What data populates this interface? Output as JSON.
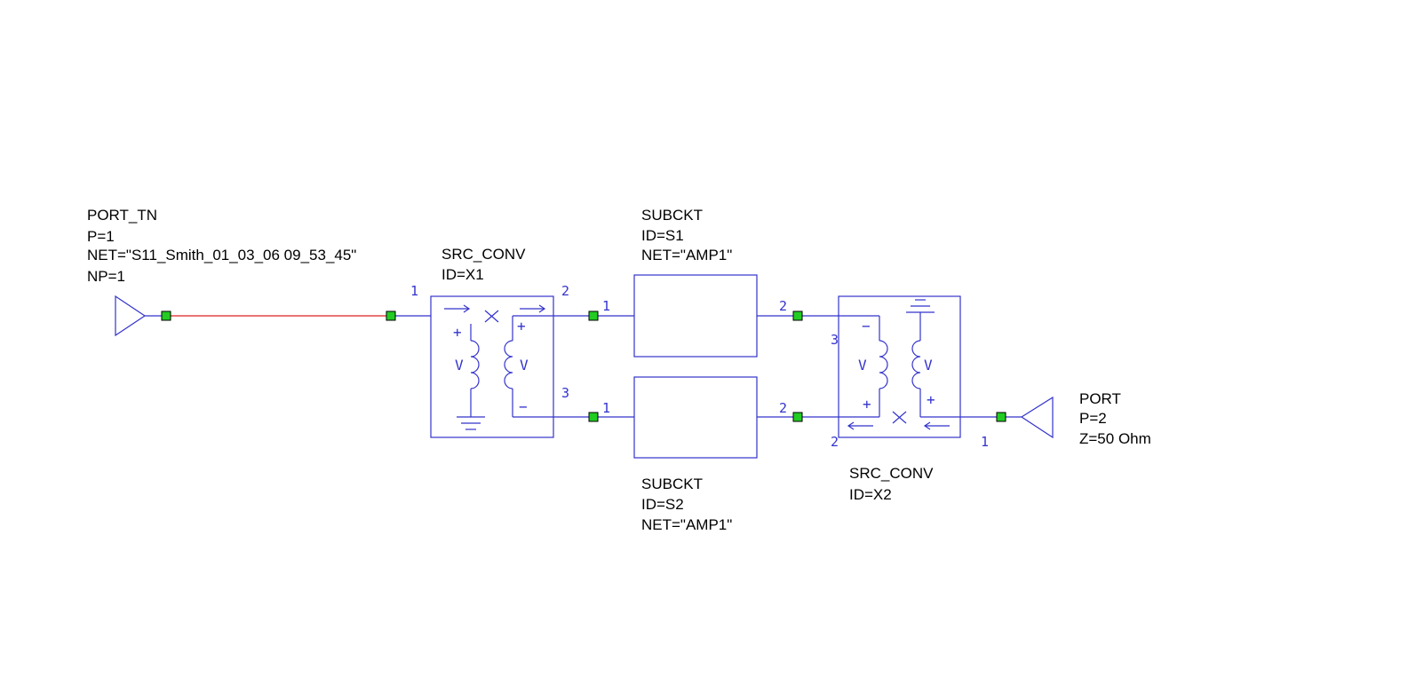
{
  "port1": {
    "lines": [
      "PORT_TN",
      "P=1",
      "NET=\"S11_Smith_01_03_06 09_53_45\"",
      "NP=1"
    ]
  },
  "conv1": {
    "lines": [
      "SRC_CONV",
      "ID=X1"
    ],
    "pins": [
      "1",
      "2",
      "3"
    ],
    "plus_top": "+",
    "plus_right": "+",
    "minus": "−",
    "v_left": "V",
    "v_right": "V"
  },
  "subckt1": {
    "lines": [
      "SUBCKT",
      "ID=S1",
      "NET=\"AMP1\""
    ],
    "pins": [
      "1",
      "2"
    ]
  },
  "subckt2": {
    "lines": [
      "SUBCKT",
      "ID=S2",
      "NET=\"AMP1\""
    ],
    "pins": [
      "1",
      "2"
    ]
  },
  "conv2": {
    "lines": [
      "SRC_CONV",
      "ID=X2"
    ],
    "pins": [
      "3",
      "2",
      "1"
    ],
    "minus": "−",
    "plus_left": "+",
    "plus_right": "+",
    "v_left": "V",
    "v_right": "V"
  },
  "port2": {
    "lines": [
      "PORT",
      "P=2",
      "Z=50 Ohm"
    ]
  }
}
